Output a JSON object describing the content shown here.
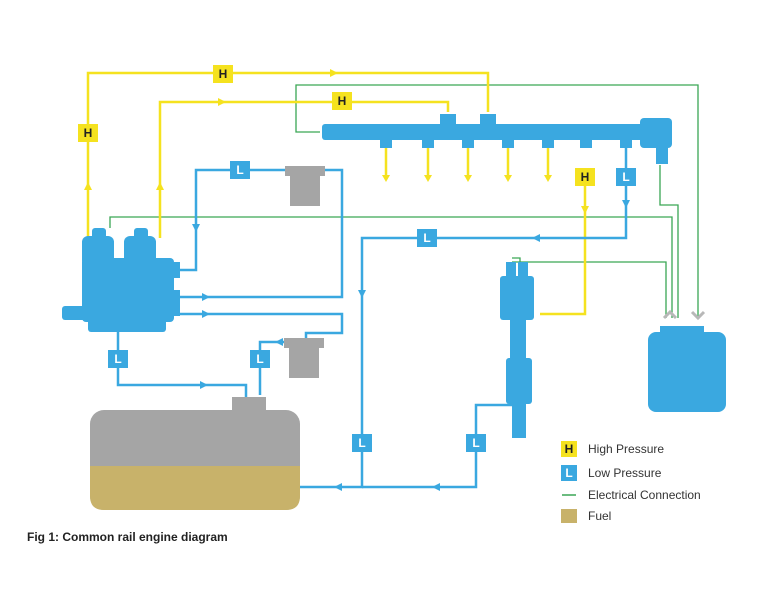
{
  "diagram": {
    "caption": "Fig 1: Common rail engine diagram",
    "badges": {
      "high": "H",
      "low": "L"
    },
    "legend": {
      "high_pressure": "High Pressure",
      "low_pressure": "Low Pressure",
      "electrical": "Electrical Connection",
      "fuel": "Fuel"
    },
    "colors": {
      "high_pressure": "#f5e21f",
      "low_pressure": "#3aa8e0",
      "electrical": "#3aa655",
      "fuel": "#c8b26a",
      "tank_body": "#a5a5a5",
      "filter": "#a5a5a5",
      "ecu_connector": "#b8b8b8"
    }
  }
}
